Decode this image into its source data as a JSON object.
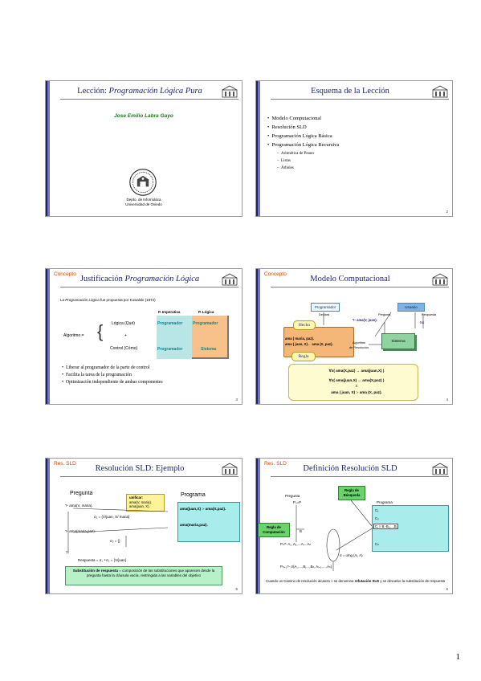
{
  "page_number": "1",
  "slides": [
    {
      "title_prefix": "Lección: ",
      "title_italic": "Programación Lógica Pura",
      "author": "Jose Emilio Labra Gayo",
      "dept_line1": "Depto. de Informática",
      "dept_line2": "Universidad de Oviedo"
    },
    {
      "title": "Esquema de la Lección",
      "bullets": [
        "Modelo Computacional",
        "Resolución SLD",
        "Programación Lógica Básica",
        "Programación Lógica Recursiva"
      ],
      "subbullets": [
        "Aritmética de Peano",
        "Listas",
        "Árboles"
      ],
      "page": "2"
    },
    {
      "tag": "Concepto",
      "title_prefix": "Justificación ",
      "title_italic": "Programación Lógica",
      "intro_a": "La ",
      "intro_italic": "Programación Lógica",
      "intro_b": " fue propuesta por Kowalski (1972)",
      "col_imperativa": "P. Imperativa",
      "col_logica": "P. Lógica",
      "algoritmo": "Algoritmo =",
      "logica_que": "Lógica (Qué)",
      "plus": "+",
      "control_como": "Control (Cómo)",
      "cell_programador_1": "Programador",
      "cell_programador_2": "Programador",
      "cell_programador_3": "Programador",
      "cell_sistema": "Sistema",
      "bullets": [
        "Liberar al programador de la parte de control",
        "Facilita la tarea de la programación",
        "Optimización independiente de ambas componentes"
      ],
      "page": "3"
    },
    {
      "tag": "Concepto",
      "title": "Modelo Computacional",
      "programador": "Programador",
      "usuario": "Usuario",
      "declara": "Declara",
      "pregunta": "Pregunta",
      "respuesta": "Respuesta",
      "query": "?- ama(V, juan).",
      "no": "No",
      "hecho": "Hecho",
      "fact1": "ama ( maria, paz).",
      "fact2": "ama ( juan, X)← ama (X, paz).",
      "algoritmo_l1": "Algoritmo",
      "algoritmo_l2": "de Resolución",
      "sistema": "Sistema",
      "regla": "Regla",
      "formula1": "∀x( ama(X,paz) → ama(juan,X) )",
      "formula2": "∀x( ama(juan,X) ← ama(X,paz) )",
      "formula3_op": "≡",
      "formula4": "ama ( juan, X) :- ama (X, paz).",
      "page": "4"
    },
    {
      "tag": "Res. SLD",
      "title": "Resolución SLD: Ejemplo",
      "pregunta": "Pregunta",
      "programa": "Programa",
      "unificar": "unificar:",
      "unif1": "ama(V,  maria).",
      "unif2": "ama(juan, X).",
      "q1": "?- ama(V, maria).",
      "sigma1": "σ₁ = {V/juan, X/ maria}",
      "q2": "?- ama(maria,paz).",
      "sigma2": "σ₂ = {}",
      "box_sym": "□",
      "respuesta": "Respuesta = σ₁ ∘σ₂ = {V/juan}",
      "prog1": "ama(juan,X) :- ama(X,paz).",
      "prog2": "ama(maria,paz).",
      "note_bold": "Substitución de respuesta",
      "note_rest": " = composición de las substituciones que aparecen desde la pregunta hasta la cláusula vacía, restringida a las variables del objetivo",
      "page": "5"
    },
    {
      "tag": "Res. SLD",
      "title": "Definición Resolución SLD",
      "regla_busqueda_1": "Regla de",
      "regla_busqueda_2": "Búsqueda",
      "pregunta": "Pregunta",
      "p0": "P₀=P",
      "programa": "Programa",
      "c1": "C₁",
      "c2": "C₂",
      "cj": "Cⱼ ≡ B:-B₁,...,Bⱼ",
      "cn": "Cₙ",
      "regla_comp_1": "Regla de",
      "regla_comp_2": "Computación",
      "bi": "B",
      "pn": "Pₙ?- A₁, A₂,…Aᵢ…Aₙ",
      "pn1": "Pₙ₊₁?- σ(A₁,…,Bⱼ…,Bₙ, Aᵢ₊₁,…,Aₙ)",
      "sigma": "σ = umg (Aᵢ, A)",
      "footer_a": "Cuando un Camino de resolución alcanza □ se denomina ",
      "footer_bold": "refutación SLD",
      "footer_b": " y se devuelve la substitución de respuesta",
      "page": "6"
    }
  ]
}
